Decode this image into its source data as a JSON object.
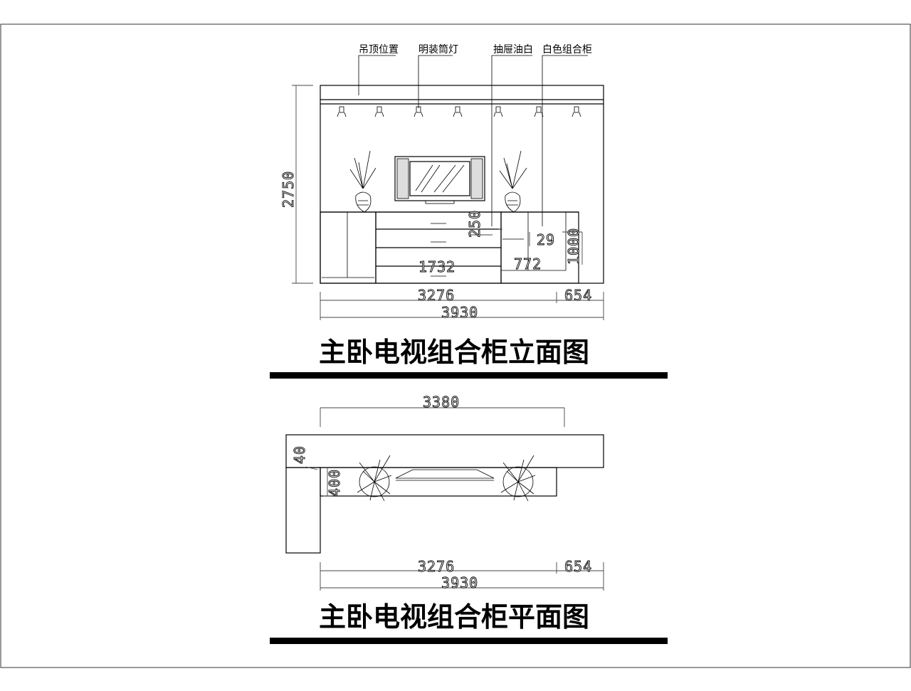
{
  "elevation": {
    "title": "主卧电视组合柜立面图",
    "callouts": [
      "吊顶位置",
      "明装筒灯",
      "抽屉油白",
      "白色组合柜"
    ],
    "dims": {
      "height_total": "2750",
      "width_main": "3276",
      "width_side": "654",
      "width_total": "3930",
      "drawer_width": "1732",
      "cabinet_width": "772",
      "cabinet_height": "1000",
      "step": "250",
      "small": "29"
    }
  },
  "plan": {
    "title": "主卧电视组合柜平面图",
    "dims": {
      "top": "3380",
      "depth": "400",
      "offset": "40",
      "width_main": "3276",
      "width_side": "654",
      "width_total": "3930"
    }
  }
}
